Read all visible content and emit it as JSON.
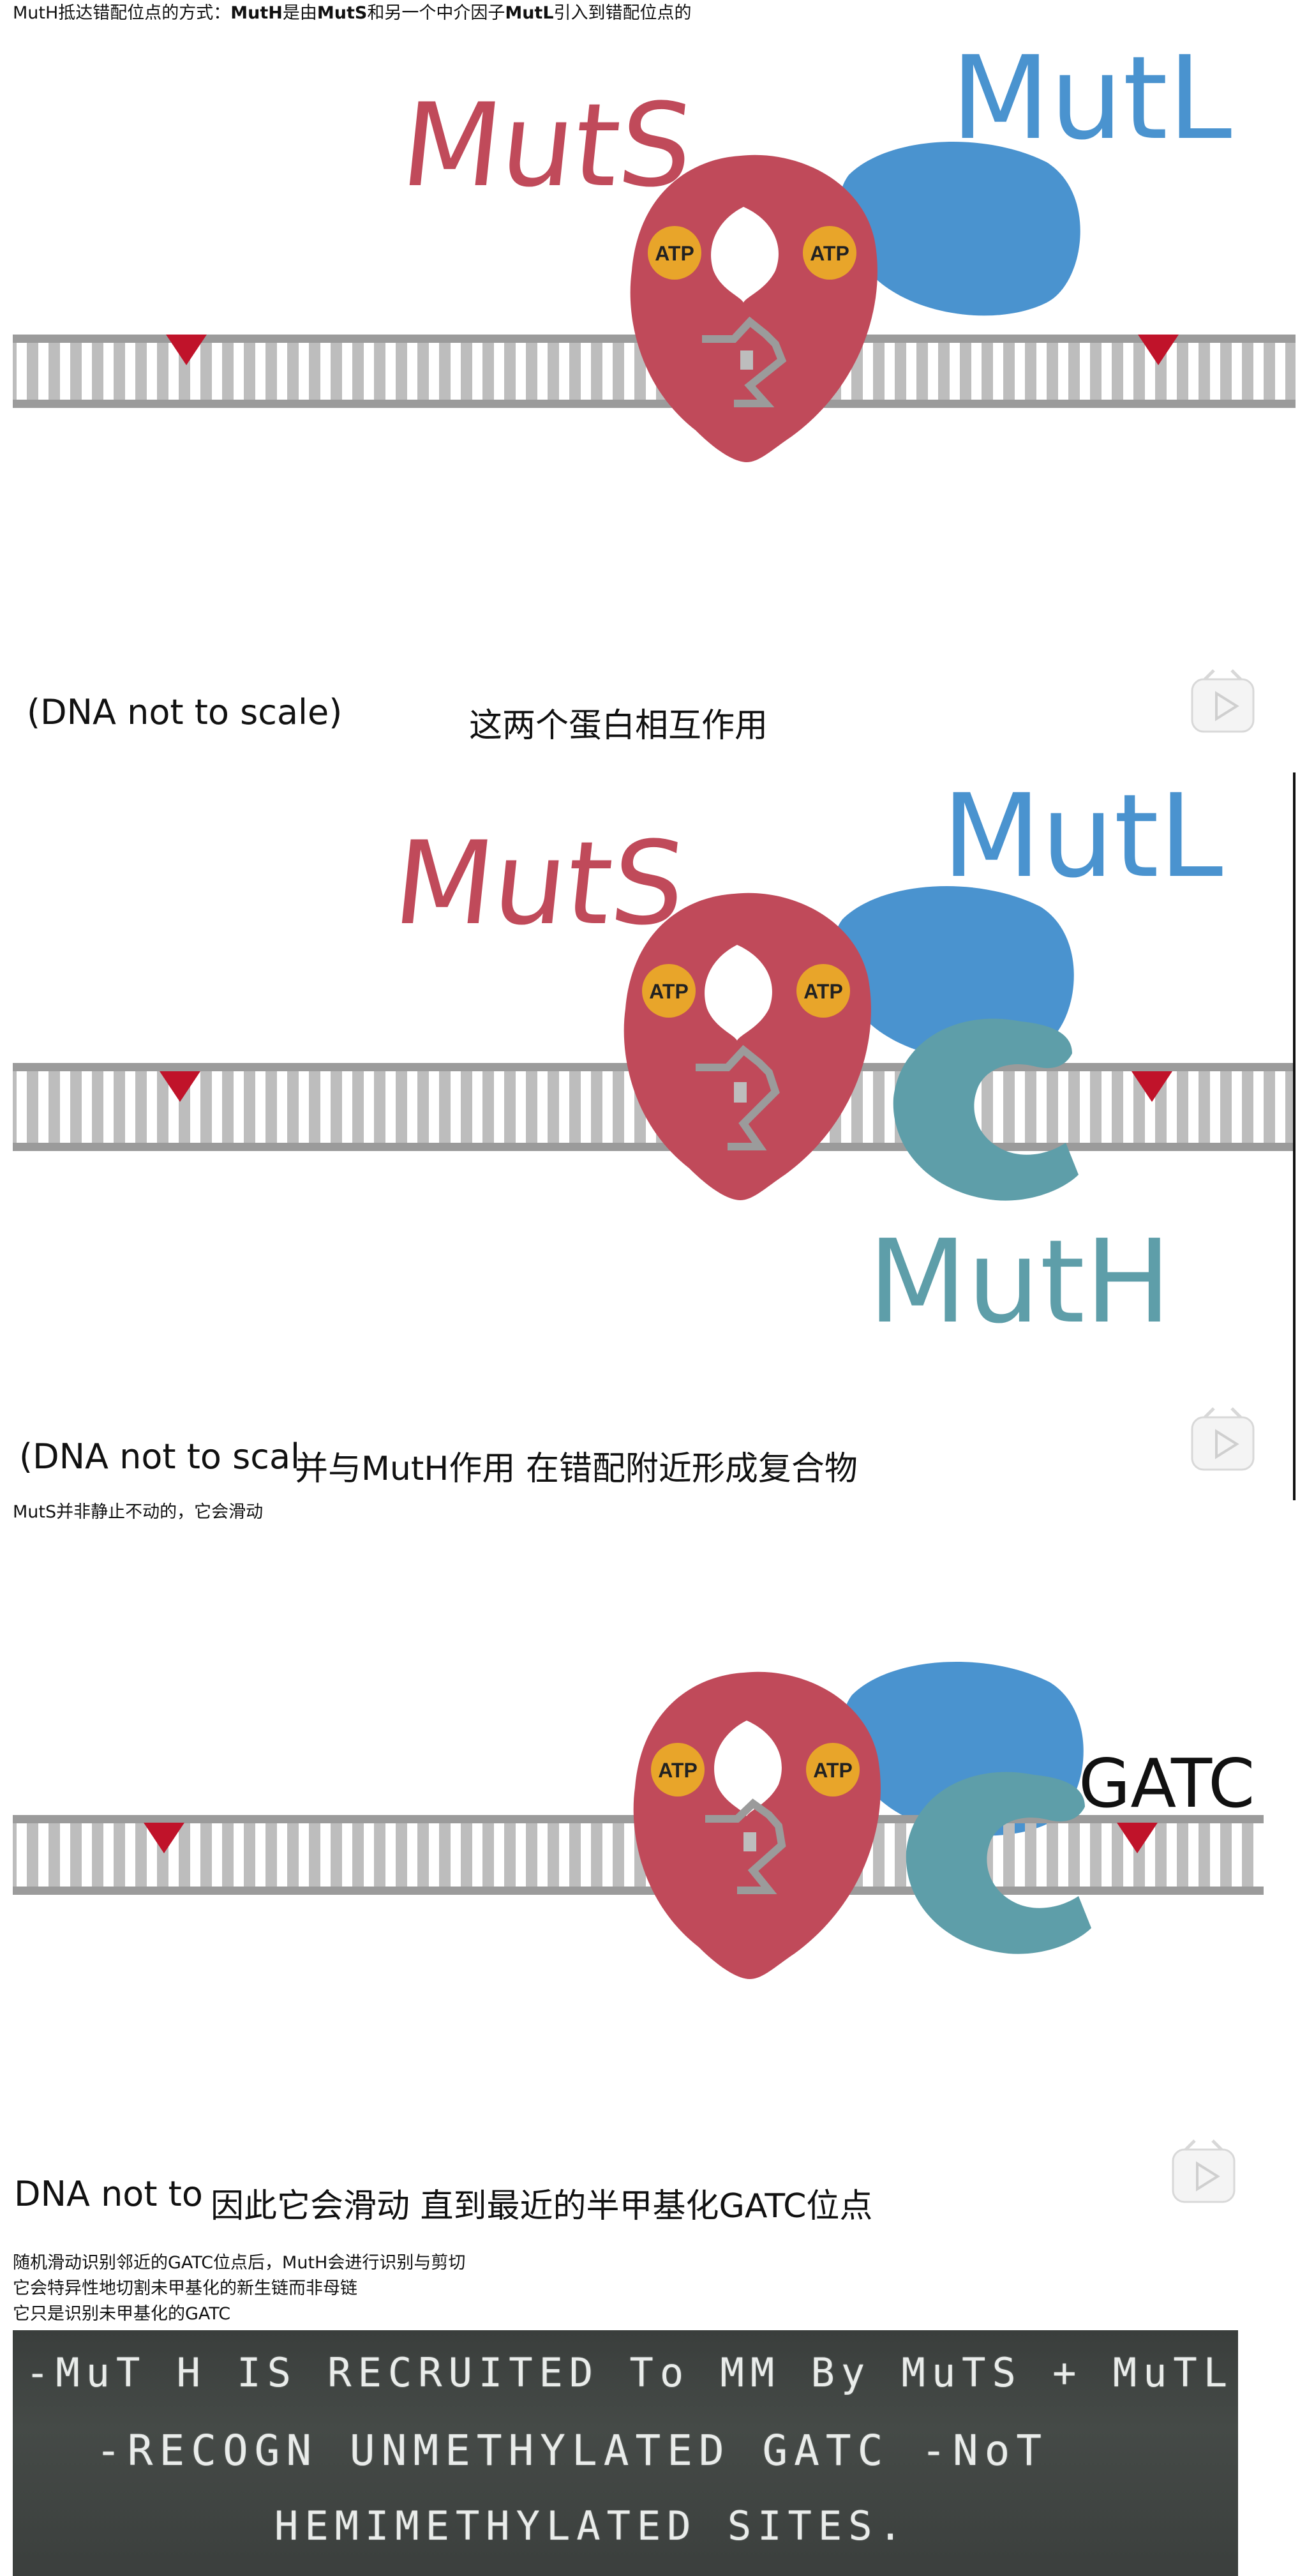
{
  "notes": {
    "line1_prefix": "MutH抵达错配位点的方式：",
    "line1_b1": "MutH",
    "line1_t1": "是由",
    "line1_b2": "MutS",
    "line1_t2": "和另一个中介因子",
    "line1_b3": "MutL",
    "line1_t3": "引入到错配位点的",
    "line2": "MutS并非静止不动的，它会滑动",
    "line3": "随机滑动识别邻近的GATC位点后，MutH会进行识别与剪切",
    "line4": "它会特异性地切割未甲基化的新生链而非母链",
    "line5": "它只是识别未甲基化的GATC"
  },
  "frame1": {
    "label_muts": "MutS",
    "label_mutl": "MutL",
    "atp_left": "ATP",
    "atp_right": "ATP",
    "dna_note": "(DNA not to scale)",
    "subtitle": "这两个蛋白相互作用"
  },
  "frame2": {
    "label_muts": "MutS",
    "label_mutl": "MutL",
    "label_muth": "MutH",
    "atp_left": "ATP",
    "atp_right": "ATP",
    "dna_note": "(DNA not to scal",
    "subtitle": "并与MutH作用  在错配附近形成复合物"
  },
  "frame3": {
    "atp_left": "ATP",
    "atp_right": "ATP",
    "label_gatc": "GATC",
    "dna_note": "DNA not to",
    "subtitle": "因此它会滑动  直到最近的半甲基化GATC位点"
  },
  "blackboard": {
    "line1": "-MuT H IS RECRUITED To MM By MuTS + MuTL",
    "line2": "-RECOGN  UNMETHYLATED GATC -NoT",
    "line3": "HEMIMETHYLATED SITES."
  },
  "colors": {
    "muts": "#c04a5a",
    "mutl": "#4a93cf",
    "muth": "#5e9ea9",
    "atp": "#e8a52a",
    "dna": "#9b9b9b",
    "mismatch": "#c0132a"
  }
}
